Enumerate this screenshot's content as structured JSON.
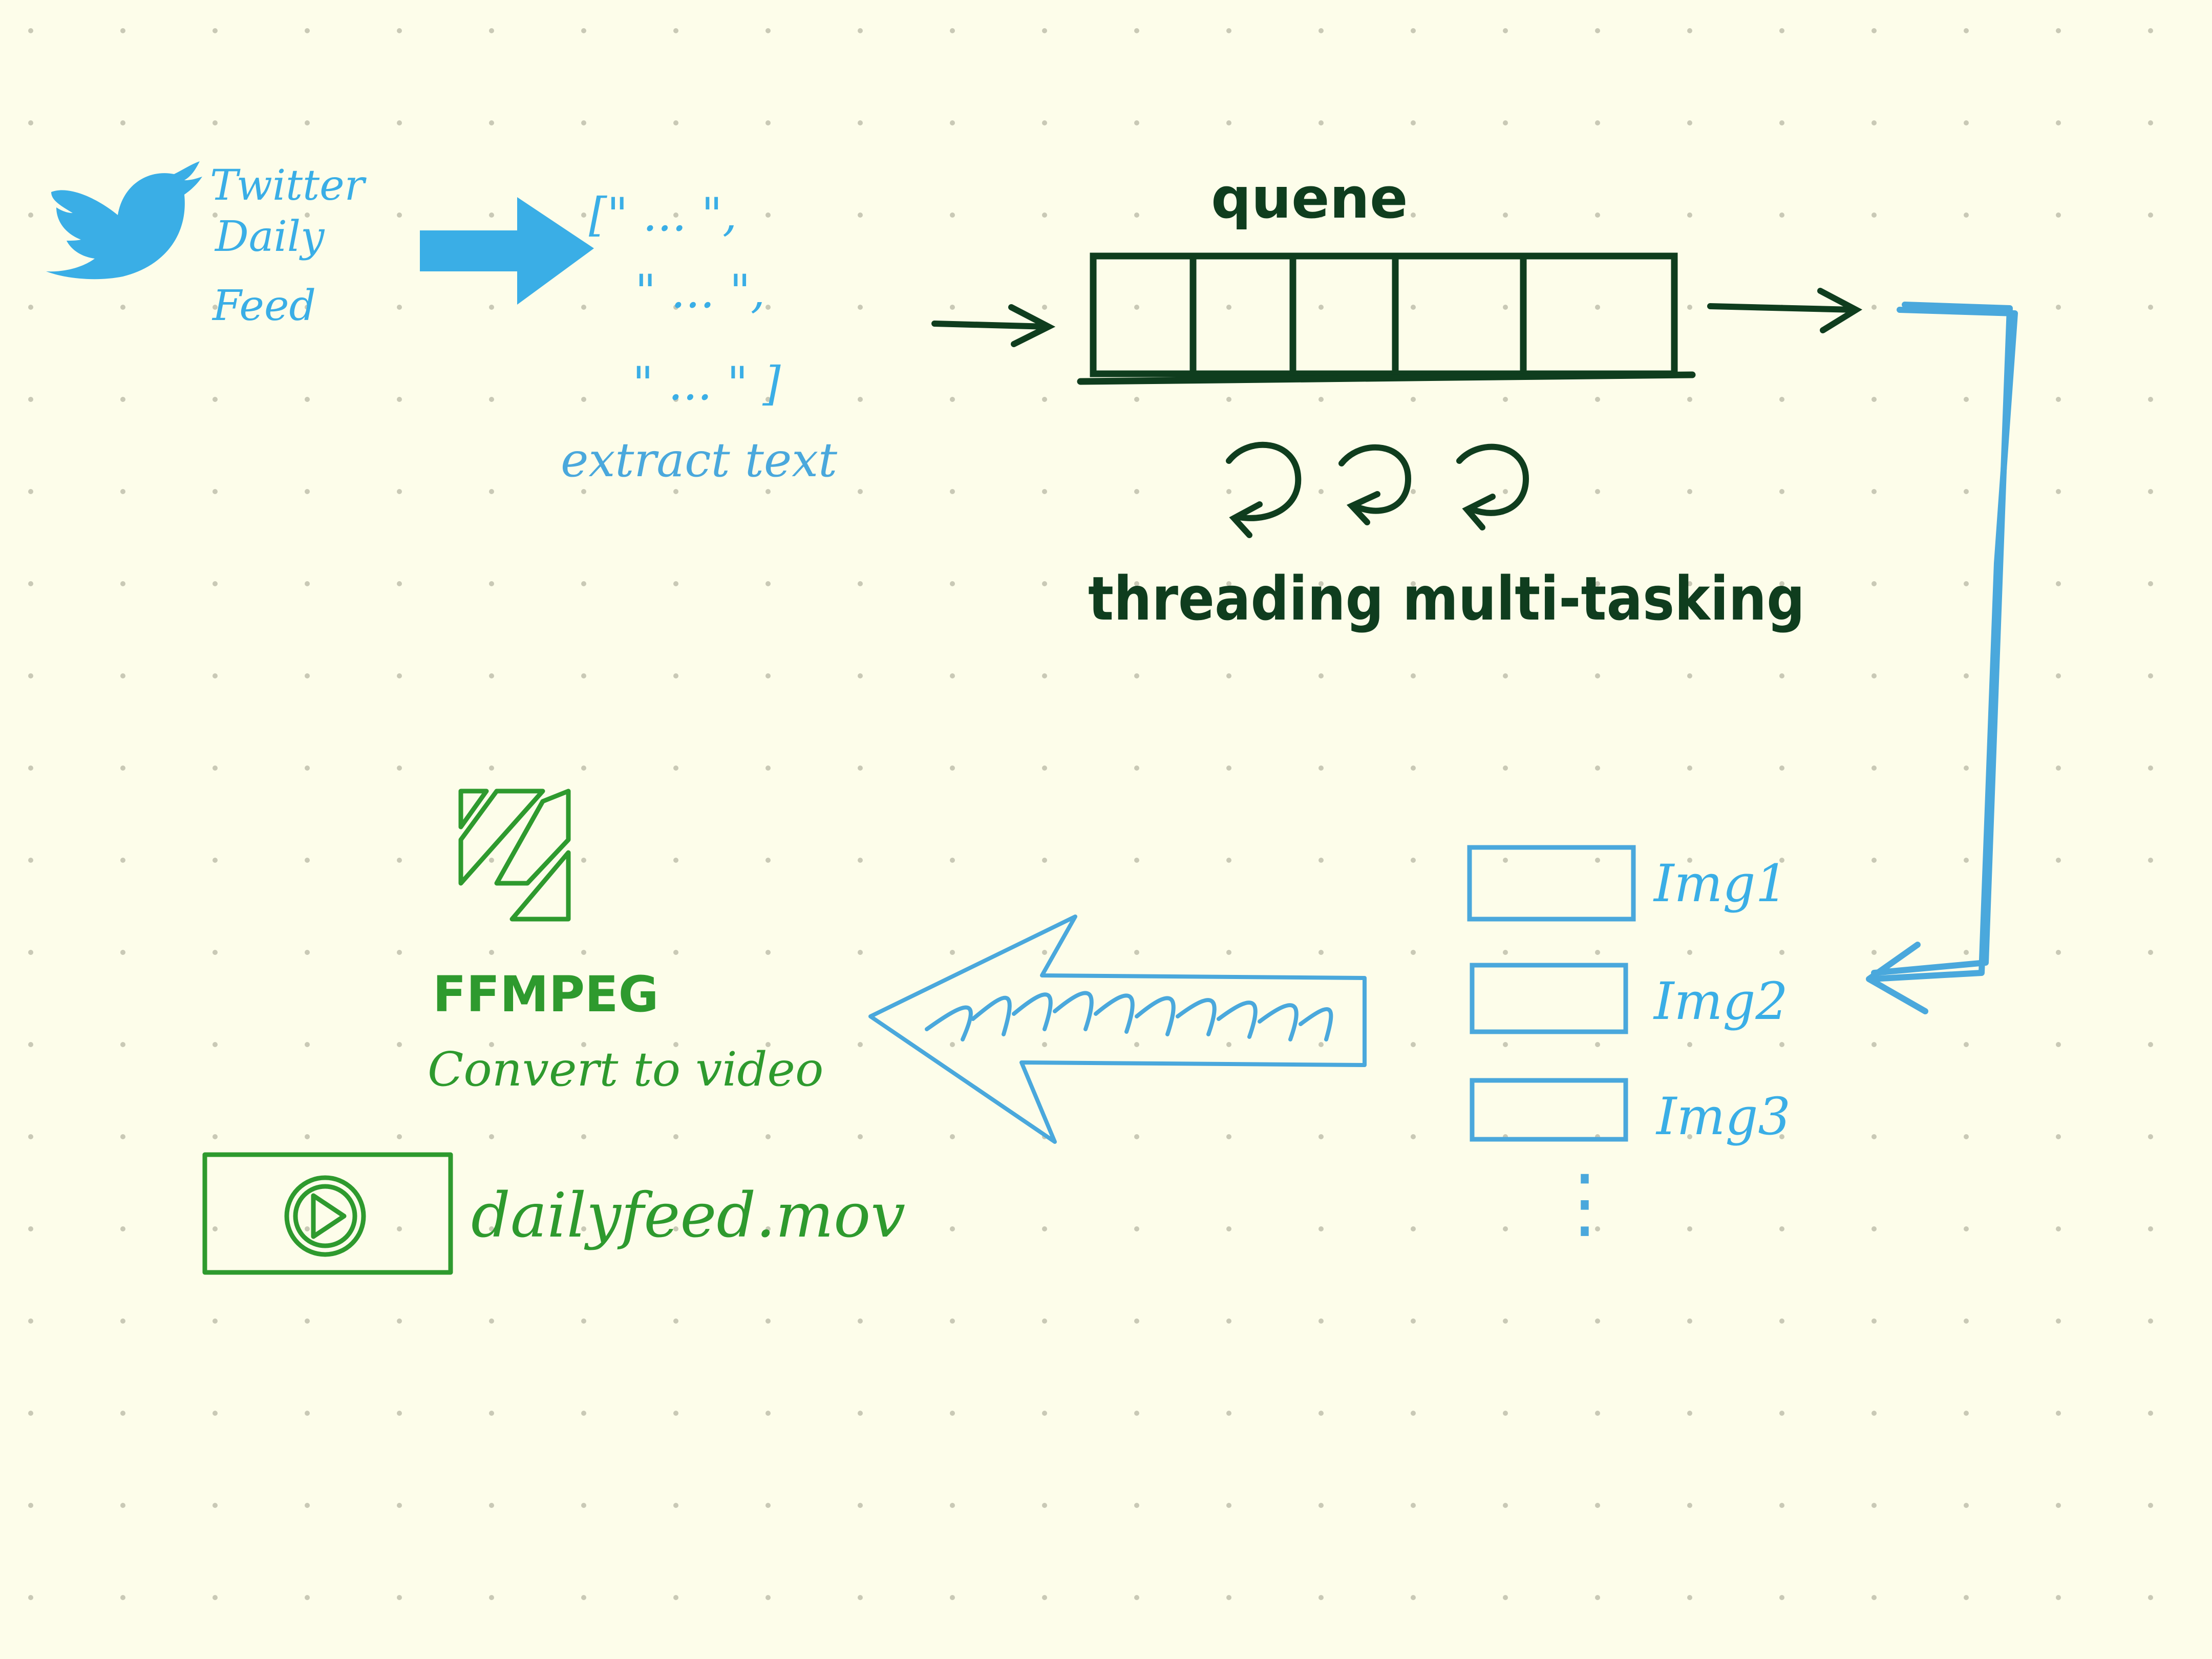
{
  "colors": {
    "background": "#fdfdea",
    "grid_dot": "#c9c9b6",
    "twitter_blue": "#3aaee6",
    "sketch_blue": "#4aa8dc",
    "dark_green": "#0f3d1e",
    "green": "#2e9a2e"
  },
  "source": {
    "icon": "twitter-bird-icon",
    "label_lines": [
      "Twitter",
      "Daily",
      "Feed"
    ]
  },
  "extract": {
    "list_lines": [
      "[\" ... \",",
      "\" ... \",",
      "\" ... \" ]"
    ],
    "caption": "extract text"
  },
  "queue": {
    "label": "quene",
    "caption": "threading multi-tasking",
    "icon": "refresh-loop-icon"
  },
  "images": {
    "labels": [
      "Img1",
      "Img2",
      "Img3"
    ],
    "more": "⋮"
  },
  "convert": {
    "logo_icon": "ffmpeg-logo-icon",
    "name": "FFMPEG",
    "caption": "Convert to video"
  },
  "output": {
    "icon": "video-play-icon",
    "filename": "dailyfeed.mov"
  }
}
